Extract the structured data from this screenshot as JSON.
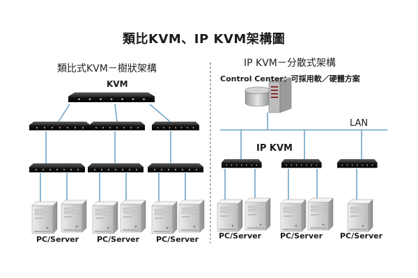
{
  "title": "類比KVM、IP KVM架構圖",
  "left": {
    "heading": "類比式KVM－樹狀架構",
    "kvm_label": "KVM",
    "pc_labels": [
      "PC/Server",
      "PC/Server",
      "PC/Server"
    ]
  },
  "right": {
    "heading": "IP KVM－分散式架構",
    "control_center": "Control Center：可採用軟／硬體方案",
    "lan_label": "LAN",
    "ipkvm_label": "IP KVM",
    "pc_labels": [
      "PC/Server",
      "PC/Server",
      "PC/Server"
    ]
  },
  "icons": {
    "kvm_switch": "kvm-switch-icon",
    "pc_tower": "pc-tower-icon",
    "control_server": "server-database-icon"
  },
  "colors": {
    "line": "#6fa3c7",
    "switch_dark": "#1e1e1e",
    "tower_gray": "#d8d8d8",
    "divider": "#555555"
  }
}
